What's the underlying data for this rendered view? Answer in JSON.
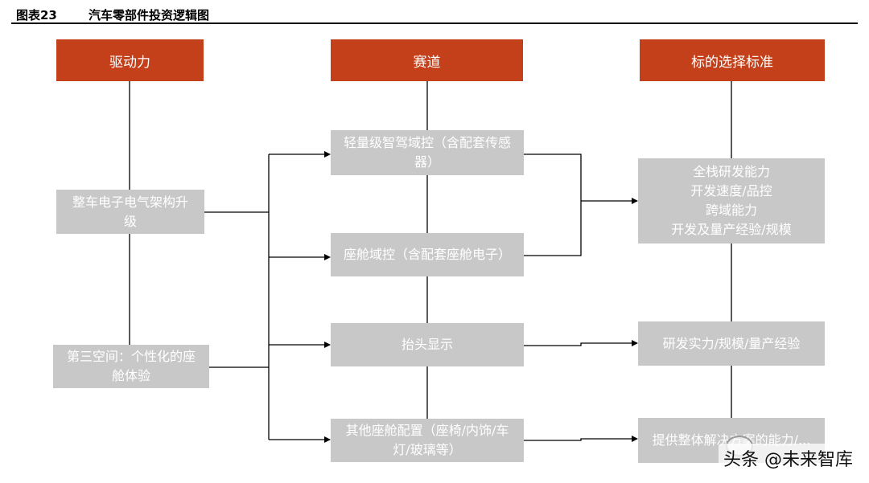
{
  "figure": {
    "label": "图表23",
    "title": "汽车零部件投资逻辑图"
  },
  "columns": {
    "left": "驱动力",
    "middle": "赛道",
    "right": "标的选择标准"
  },
  "drivers": [
    "整车电子电气架构升级",
    "第三空间：个性化的座舱体验"
  ],
  "tracks": [
    "轻量级智驾域控（含配套传感器）",
    "座舱域控（含配套座舱电子）",
    "抬头显示",
    "其他座舱配置（座椅/内饰/车灯/玻璃等）"
  ],
  "criteria": [
    [
      "全栈研发能力",
      "开发速度/品控",
      "跨域能力",
      "开发及量产经验/规模"
    ],
    [
      "研发实力/规模/量产经验"
    ],
    [
      "提供整体解决方案的能力/..."
    ]
  ],
  "watermark": {
    "text": "头条 @未来智库"
  },
  "colors": {
    "header": "#c4401a",
    "box": "#c8c8c8",
    "line": "#000000"
  }
}
